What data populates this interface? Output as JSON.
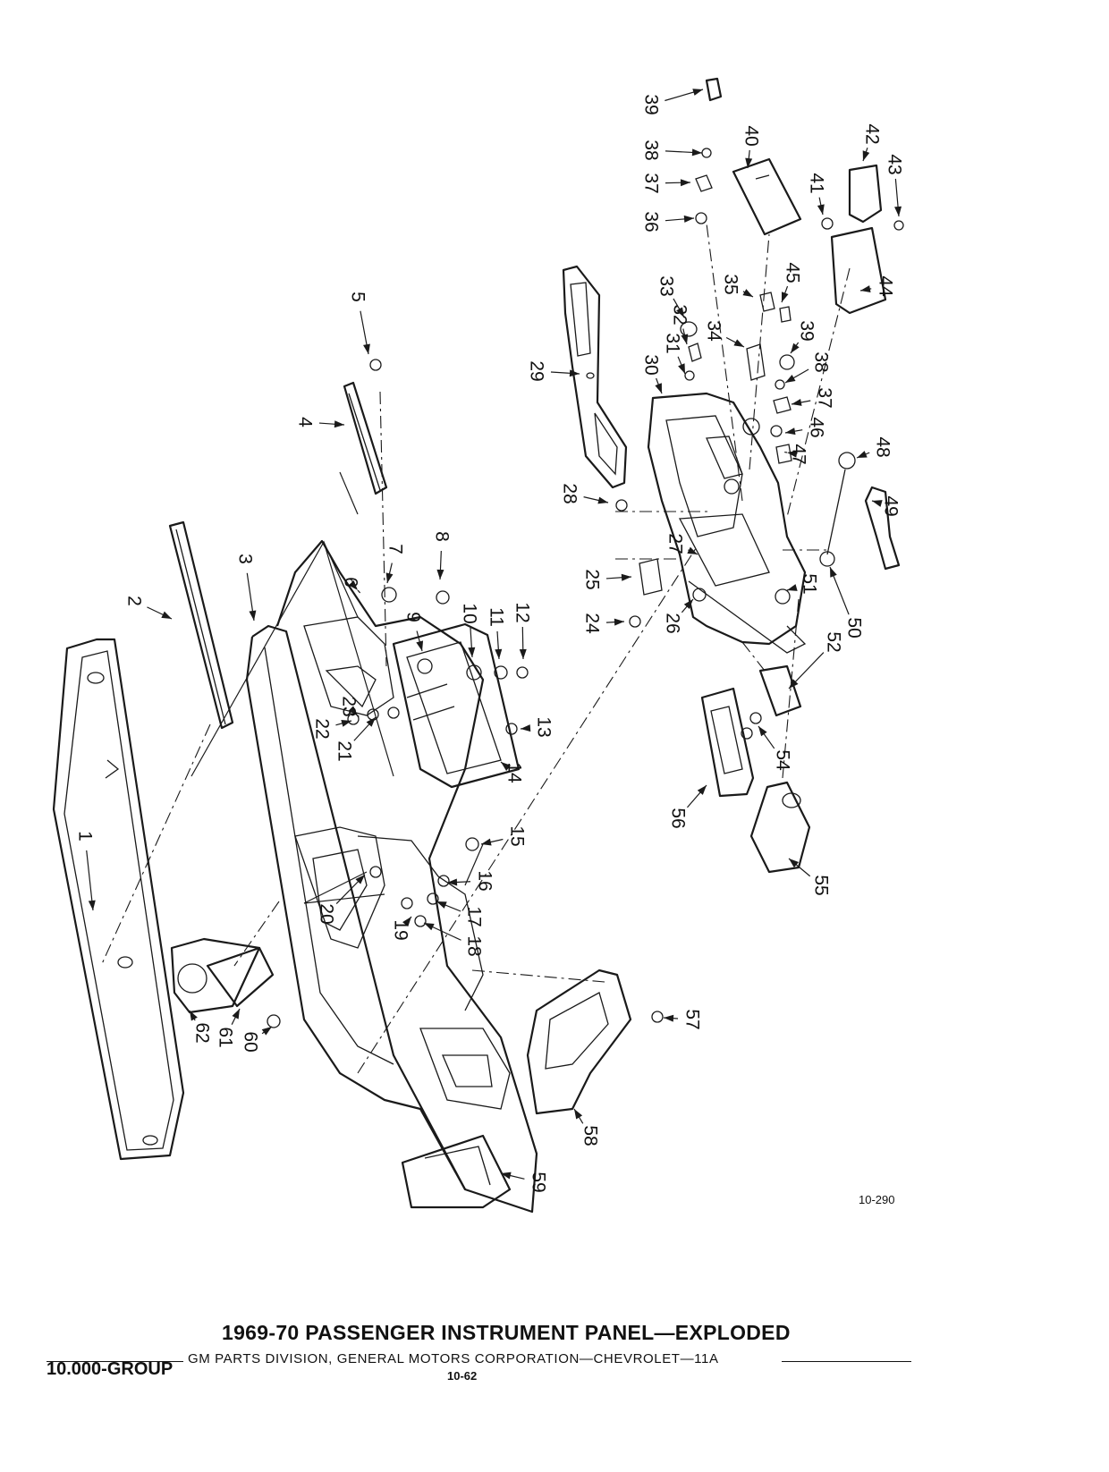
{
  "diagram": {
    "title": "1969-70 PASSENGER INSTRUMENT PANEL—EXPLODED",
    "subtitle": "GM PARTS DIVISION, GENERAL MOTORS CORPORATION—CHEVROLET—11A",
    "group": "10.000-GROUP",
    "page_number": "10-62",
    "figure_ref": "10-290",
    "callouts": [
      "1",
      "2",
      "3",
      "4",
      "5",
      "6",
      "7",
      "8",
      "9",
      "10",
      "11",
      "12",
      "13",
      "14",
      "15",
      "16",
      "17",
      "18",
      "19",
      "20",
      "21",
      "22",
      "23",
      "24",
      "25",
      "26",
      "27",
      "28",
      "29",
      "30",
      "31",
      "32",
      "33",
      "34",
      "35",
      "36",
      "37",
      "38",
      "39",
      "40",
      "41",
      "42",
      "43",
      "44",
      "45",
      "46",
      "47",
      "48",
      "49",
      "50",
      "51",
      "52",
      "54",
      "55",
      "56",
      "57",
      "58",
      "59",
      "60",
      "61",
      "62"
    ],
    "callouts_repeated": [
      "37",
      "38",
      "39"
    ]
  }
}
